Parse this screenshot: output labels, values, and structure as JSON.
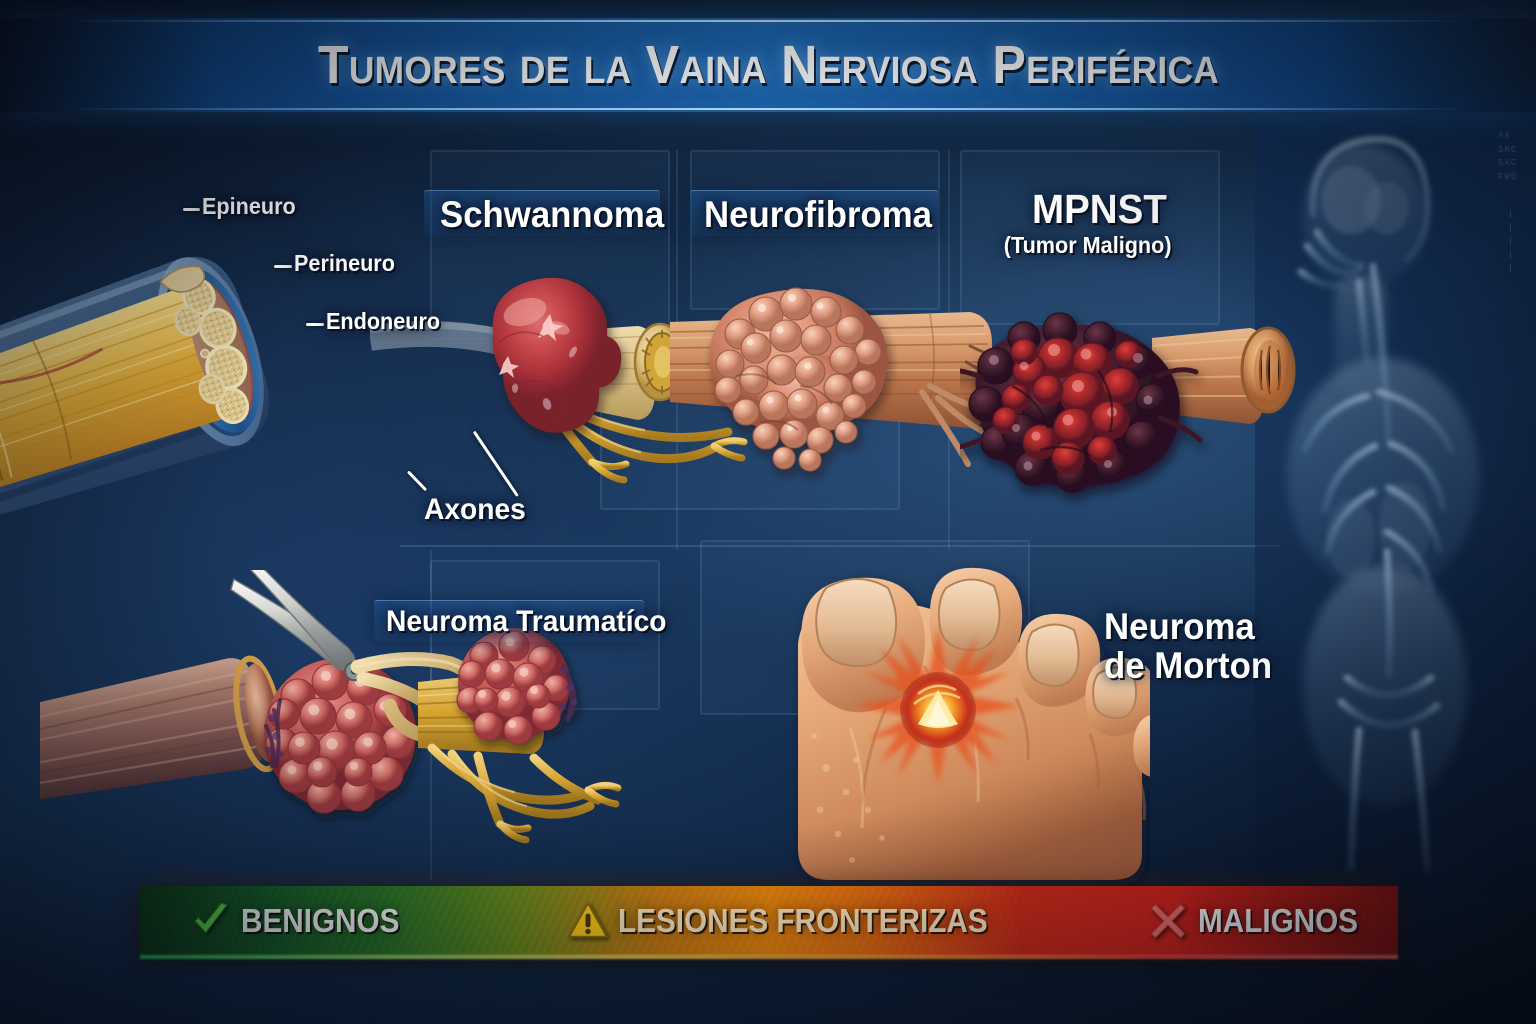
{
  "header": {
    "title": "Tumores de la Vaina Nerviosa Periférica"
  },
  "anatomy_labels": [
    {
      "key": "epineuro",
      "text": "Epineuro"
    },
    {
      "key": "perineuro",
      "text": "Perineuro"
    },
    {
      "key": "endoneuro",
      "text": "Endoneuro"
    },
    {
      "key": "axones",
      "text": "Axones"
    }
  ],
  "tumors": [
    {
      "key": "schwannoma",
      "label": "Schwannoma",
      "sublabel": ""
    },
    {
      "key": "neurofibroma",
      "label": "Neurofibroma",
      "sublabel": ""
    },
    {
      "key": "mpnst",
      "label": "MPNST",
      "sublabel": "(Tumor Maligno)"
    },
    {
      "key": "neuroma-traumatico",
      "label": "Neuroma Traumatíco",
      "sublabel": ""
    },
    {
      "key": "neuroma-morton",
      "label_line1": "Neuroma",
      "label_line2": "de Morton"
    }
  ],
  "legend": {
    "items": [
      {
        "key": "benignos",
        "icon": "check-icon",
        "label": "BENIGNOS",
        "icon_color": "#5ed34c",
        "text_color": "#ffffff"
      },
      {
        "key": "fronterizas",
        "icon": "warning-icon",
        "label": "LESIONES FRONTERIZAS",
        "icon_color": "#f5c518",
        "text_color": "#f7e3bd"
      },
      {
        "key": "malignos",
        "icon": "cross-icon",
        "label": "MALIGNOS",
        "icon_color": "#f2706e",
        "text_color": "#ffffff"
      }
    ]
  },
  "colors": {
    "background_dark": "#0a1426",
    "background_mid": "#18365a",
    "banner_blue": "#1e6cba",
    "benign_green": "#2d7a28",
    "borderline_orange": "#e8860c",
    "malignant_red": "#d8241c",
    "nerve_gold": "#d8a63c",
    "schwannoma_red": "#b8353c",
    "neurofibroma_pink": "#dd8c76",
    "mpnst_dark": "#6b2030",
    "skin_tone": "#e4a878"
  }
}
